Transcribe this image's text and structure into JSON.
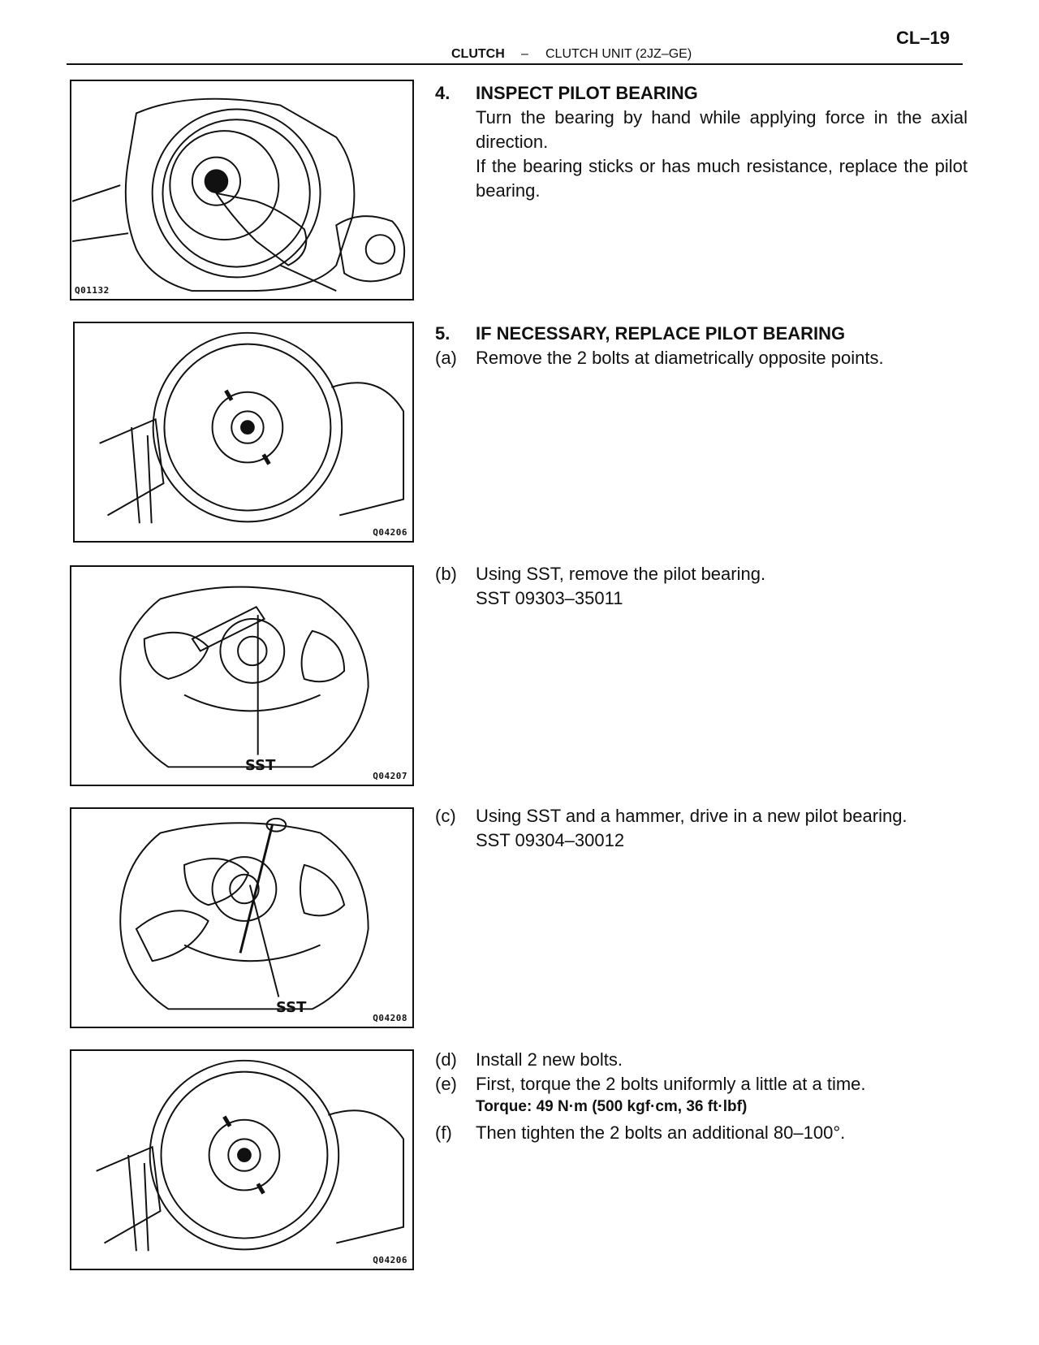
{
  "header": {
    "page_number": "CL–19",
    "section": "CLUTCH",
    "separator": "–",
    "subsection": "CLUTCH UNIT (2JZ–GE)"
  },
  "figures": [
    {
      "code": "Q01132",
      "label": ""
    },
    {
      "code": "Q04206",
      "label": ""
    },
    {
      "code": "Q04207",
      "label": "SST"
    },
    {
      "code": "Q04208",
      "label": "SST"
    },
    {
      "code": "Q04206",
      "label": ""
    }
  ],
  "steps": {
    "step4": {
      "number": "4.",
      "title": "INSPECT PILOT BEARING",
      "line1": "Turn the bearing by hand while applying force in the axial direction.",
      "line2": "If the bearing sticks or has much resistance, replace the pilot bearing."
    },
    "step5": {
      "number": "5.",
      "title": "IF NECESSARY, REPLACE PILOT BEARING",
      "a_marker": "(a)",
      "a_text": "Remove the 2 bolts at diametrically opposite points.",
      "b_marker": "(b)",
      "b_text": "Using SST, remove the pilot bearing.",
      "b_sst": "SST 09303–35011",
      "c_marker": "(c)",
      "c_text": "Using SST and a hammer, drive in a new pilot bearing.",
      "c_sst": "SST 09304–30012",
      "d_marker": "(d)",
      "d_text": "Install 2 new bolts.",
      "e_marker": "(e)",
      "e_text": "First, torque the 2 bolts uniformly a little at a time.",
      "e_torque": "Torque: 49 N·m (500 kgf·cm, 36 ft·lbf)",
      "f_marker": "(f)",
      "f_text": "Then tighten the 2 bolts an additional 80–100°."
    }
  }
}
